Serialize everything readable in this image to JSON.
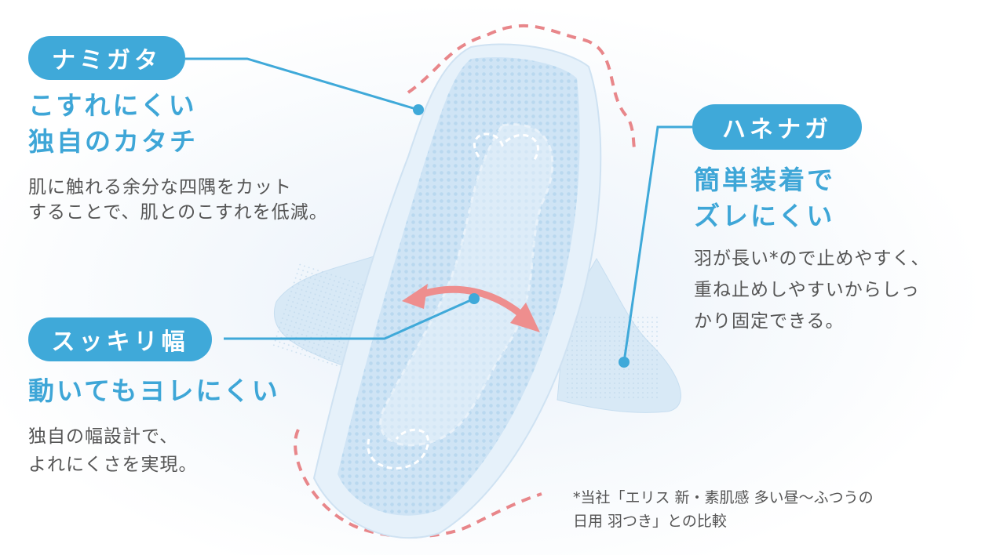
{
  "features": [
    {
      "tag": "ナミガタ",
      "heading": [
        "こすれにくい",
        "独自のカタチ"
      ],
      "body": [
        "肌に触れる余分な四隅をカット",
        "することで、肌とのこすれを低減。"
      ]
    },
    {
      "tag": "スッキリ幅",
      "heading": [
        "動いてもヨレにくい"
      ],
      "body": [
        "独自の幅設計で、",
        "よれにくさを実現。"
      ]
    },
    {
      "tag": "ハネナガ",
      "heading": [
        "簡単装着で",
        "ズレにくい"
      ],
      "body": [
        "羽が長い*ので止めやすく、",
        "重ね止めしやすいからしっ",
        "かり固定できる。"
      ]
    }
  ],
  "footnote": [
    "*当社「エリス 新・素肌感 多い昼～ふつうの",
    "日用 羽つき」との比較"
  ],
  "colors": {
    "accent": "#3fa9d9",
    "text": "#555555",
    "dashed_outline": "#e8868a",
    "arrow": "#ee8e8e"
  }
}
